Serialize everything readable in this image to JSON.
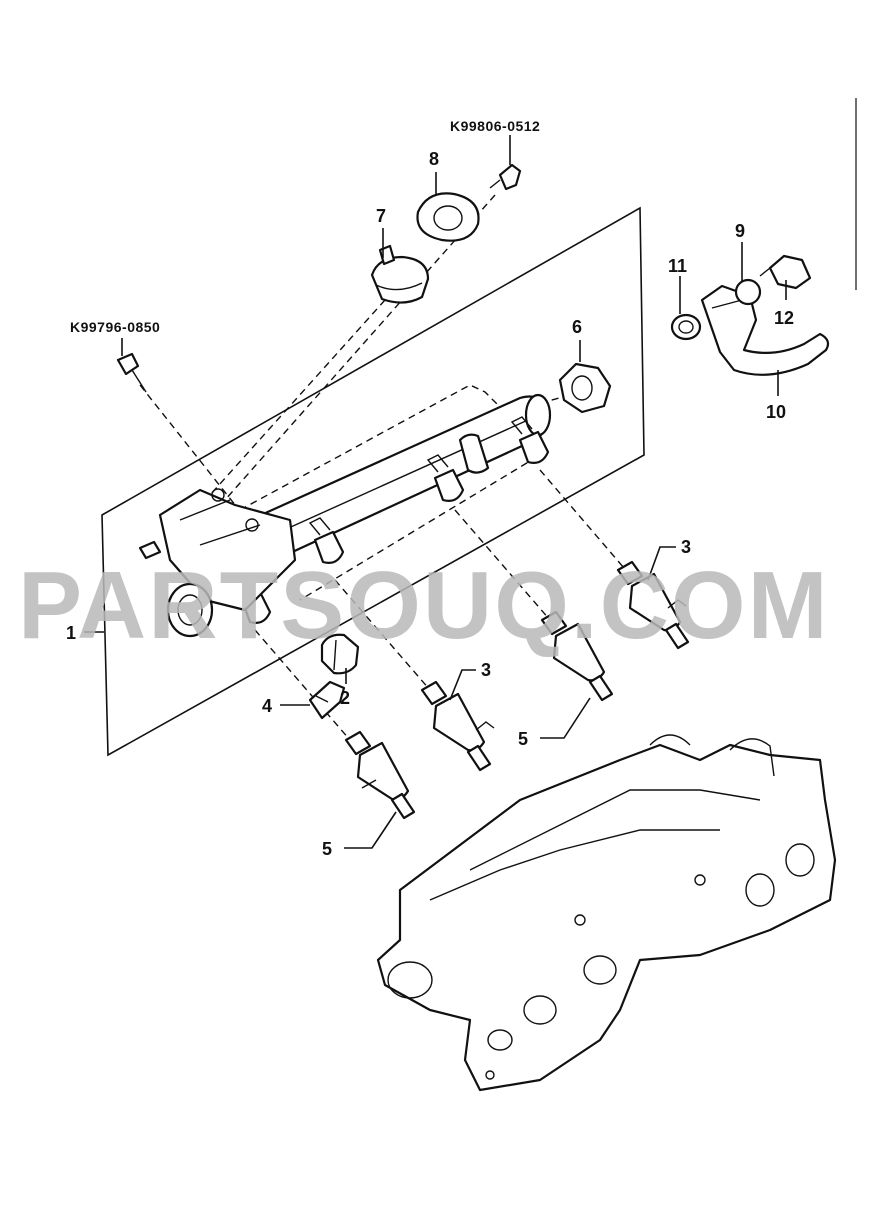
{
  "watermark": "PARTSOUQ.COM",
  "callouts": {
    "p1": "1",
    "p2": "2",
    "p3a": "3",
    "p3b": "3",
    "p4": "4",
    "p5a": "5",
    "p5b": "5",
    "p6": "6",
    "p7": "7",
    "p8": "8",
    "p9": "9",
    "p10": "10",
    "p11": "11",
    "p12": "12"
  },
  "part_numbers": {
    "bolt_top": "K99806-0512",
    "bolt_left": "K99796-0850"
  }
}
